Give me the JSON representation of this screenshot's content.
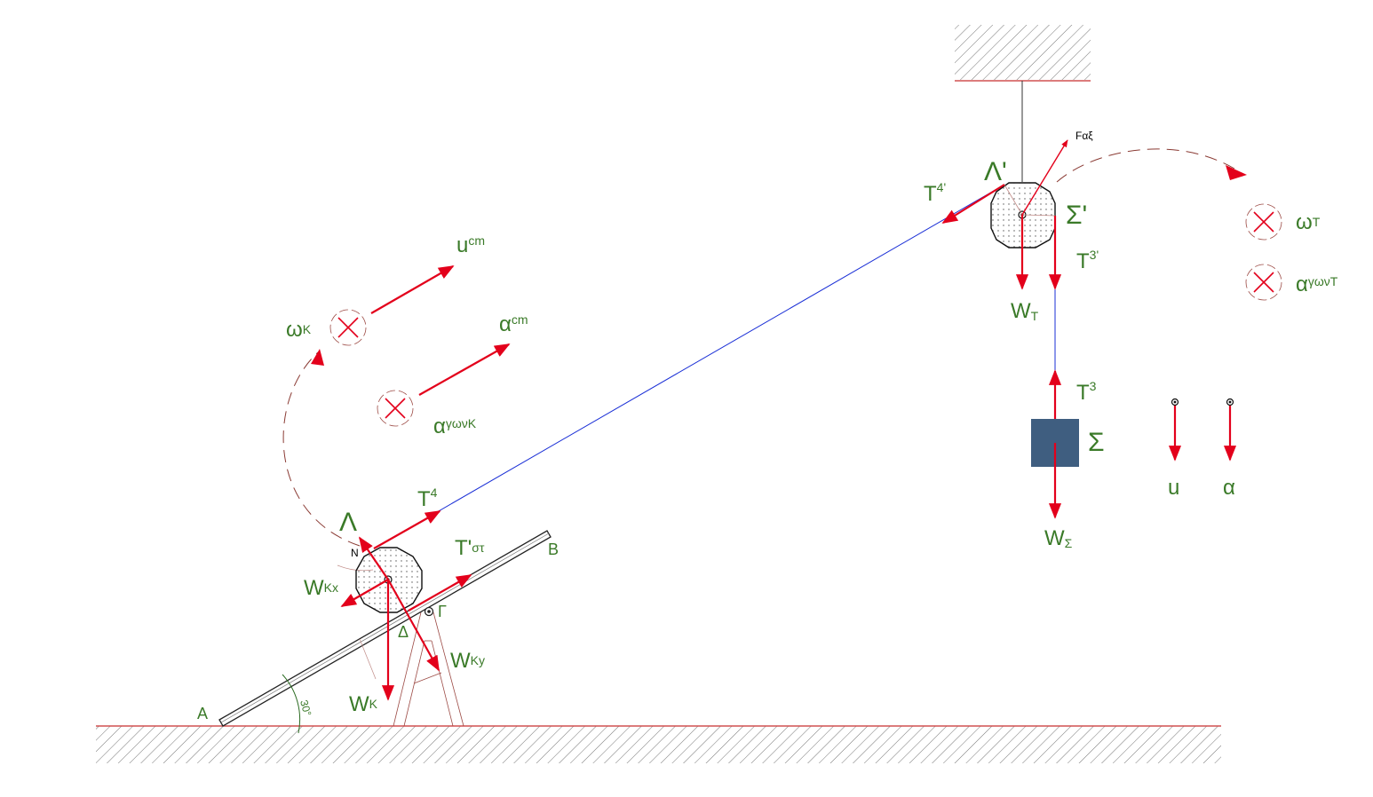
{
  "labels": {
    "A": "A",
    "B": "B",
    "Gamma": "Γ",
    "Delta": "Δ",
    "N": "N",
    "angle": "30°",
    "Lambda": "Λ",
    "Lambda_prime": "Λ'",
    "Sigma": "Σ",
    "Sigma_prime": "Σ'",
    "T4_main": "T",
    "T4_sub": "4",
    "T4p_main": "T",
    "T4p_sub": "4'",
    "Tst_main": "T'",
    "Tst_sub": "στ",
    "T3_main": "T",
    "T3_sub": "3",
    "T3p_main": "T",
    "T3p_sub": "3'",
    "WKx_main": "W",
    "WKx_sub": "Κx",
    "WKy_main": "W",
    "WKy_sub": "Κy",
    "WK_main": "W",
    "WK_sub": "Κ",
    "WT_main": "W",
    "WT_sub": "T",
    "WS_main": "W",
    "WS_sub": "Σ",
    "Faxi": "Fαξ",
    "ucm_main": "u",
    "ucm_sub": "cm",
    "acm_main": "α",
    "acm_sub": "cm",
    "omegaK_main": "ω",
    "omegaK_sub": "Κ",
    "agwnK_main": "α",
    "agwnK_sub": "γωνΚ",
    "omegaT_main": "ω",
    "omegaT_sub": "T",
    "agwnT_main": "α",
    "agwnT_sub": "γωνT",
    "u": "u",
    "a": "α"
  },
  "colors": {
    "force": "#e3001b",
    "label": "#3a7a28",
    "rope": "#1a2fd6",
    "block": "#3f5e80",
    "ground": "#d05050"
  }
}
